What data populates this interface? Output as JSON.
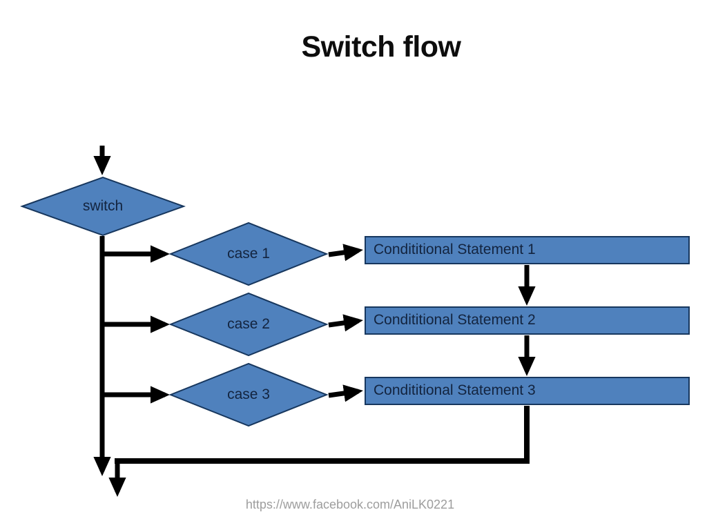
{
  "title": "Switch flow",
  "flowchart": {
    "switch_label": "switch",
    "cases": [
      {
        "label": "case 1"
      },
      {
        "label": "case 2"
      },
      {
        "label": "case 3"
      }
    ],
    "statements": [
      {
        "label": "Condititional Statement 1"
      },
      {
        "label": "Condititional Statement 2"
      },
      {
        "label": "Condititional Statement 3"
      }
    ]
  },
  "footer": {
    "url": "https://www.facebook.com/AniLK0221"
  },
  "colors": {
    "shape_fill": "#4f81bd",
    "shape_border": "#17375e",
    "shape_text": "#13243f",
    "connector": "#000000",
    "title_text": "#0d0d0d",
    "footer_text": "#9d9d9d",
    "background": "#ffffff"
  }
}
